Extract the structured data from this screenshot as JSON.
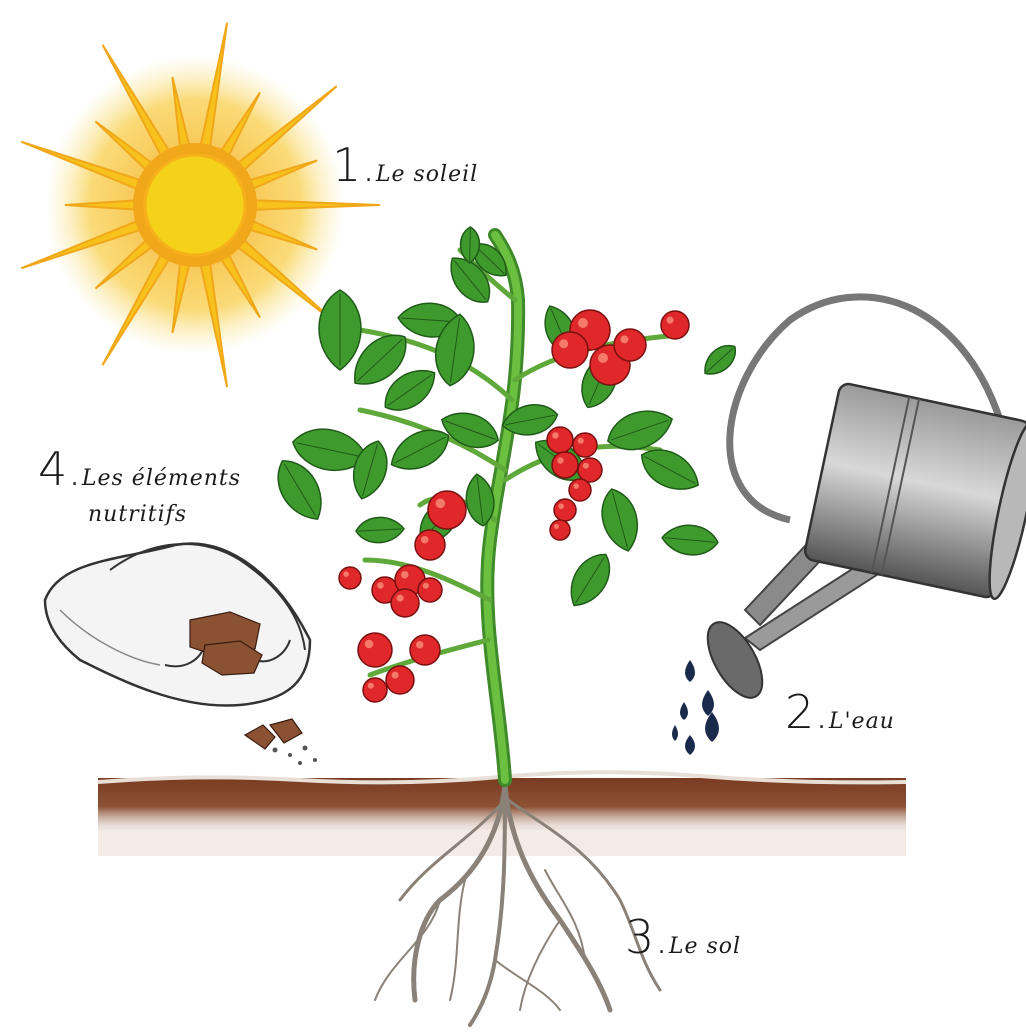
{
  "labels": {
    "sun": {
      "number": "1.",
      "text": "Le soleil"
    },
    "water": {
      "number": "2.",
      "text": "L'eau"
    },
    "soil": {
      "number": "3.",
      "text": "Le sol"
    },
    "nutrients": {
      "number": "4.",
      "text": "Les éléments",
      "text2": "nutritifs"
    }
  },
  "colors": {
    "sun_core": "#f4d21a",
    "sun_rays": "#f7c21c",
    "leaf": "#3f9a2e",
    "stem": "#5fb43a",
    "tomato": "#e0282a",
    "soil": "#7a3b22",
    "root": "#8a8278",
    "can": "#6e6e6e",
    "water_drop": "#1a2a4a",
    "hands": "#9a9a9a"
  }
}
